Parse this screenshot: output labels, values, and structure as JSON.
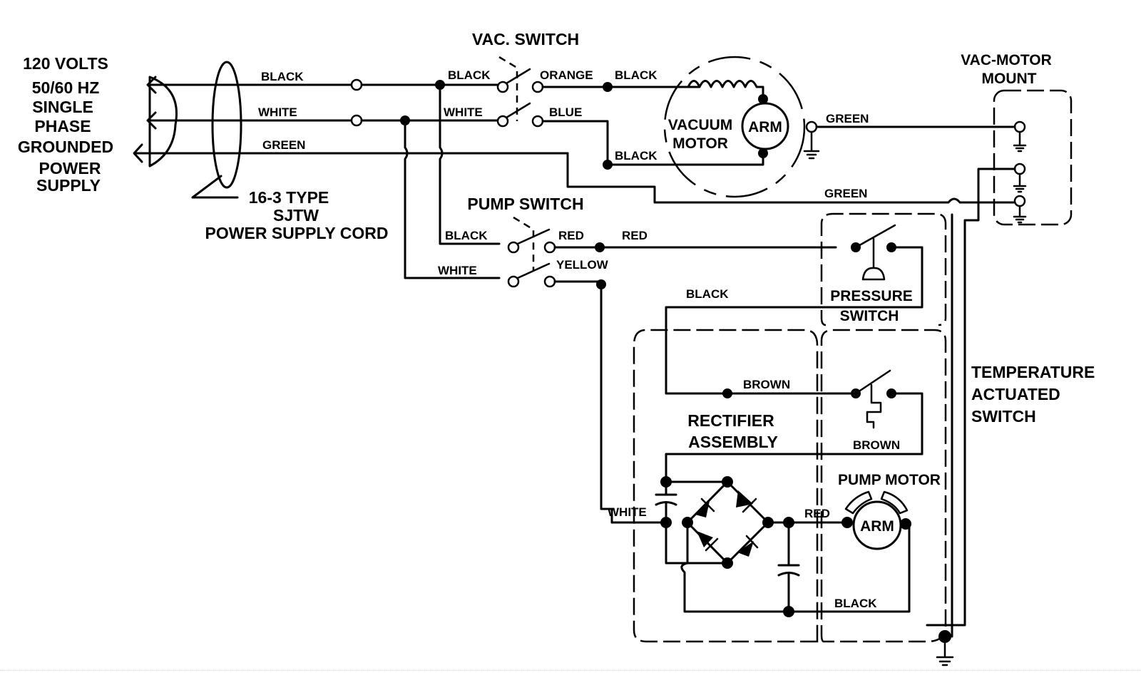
{
  "power_supply": {
    "lines": [
      "120 VOLTS",
      "50/60 HZ",
      "SINGLE",
      "PHASE",
      "GROUNDED",
      "POWER",
      "SUPPLY"
    ],
    "cord_label": [
      "16-3 TYPE",
      "SJTW",
      "POWER SUPPLY CORD"
    ],
    "wire_labels": {
      "black": "BLACK",
      "white": "WHITE",
      "green": "GREEN"
    }
  },
  "vac_switch": {
    "title": "VAC. SWITCH",
    "in_black": "BLACK",
    "in_white": "WHITE",
    "out_orange": "ORANGE",
    "out_blue": "BLUE"
  },
  "vacuum_motor": {
    "label": [
      "VACUUM",
      "MOTOR"
    ],
    "armature": "ARM",
    "wire_top": "BLACK",
    "wire_bottom": "BLACK",
    "ground_wire": "GREEN"
  },
  "vac_motor_mount": {
    "title": [
      "VAC-MOTOR",
      "MOUNT"
    ],
    "ground_wire": "GREEN"
  },
  "pump_switch": {
    "title": "PUMP SWITCH",
    "in_black": "BLACK",
    "in_white": "WHITE",
    "out_red": "RED",
    "out_red2": "RED",
    "out_yellow": "YELLOW"
  },
  "pressure_switch": {
    "label": [
      "PRESSURE",
      "SWITCH"
    ],
    "wire_black": "BLACK"
  },
  "temperature_switch": {
    "label": [
      "TEMPERATURE",
      "ACTUATED",
      "SWITCH"
    ],
    "wire_brown_top": "BROWN",
    "wire_brown_bottom": "BROWN"
  },
  "rectifier": {
    "label": [
      "RECTIFIER",
      "ASSEMBLY"
    ],
    "wire_white": "WHITE",
    "wire_red": "RED"
  },
  "pump_motor": {
    "label": "PUMP MOTOR",
    "armature": "ARM",
    "wire_black": "BLACK"
  }
}
